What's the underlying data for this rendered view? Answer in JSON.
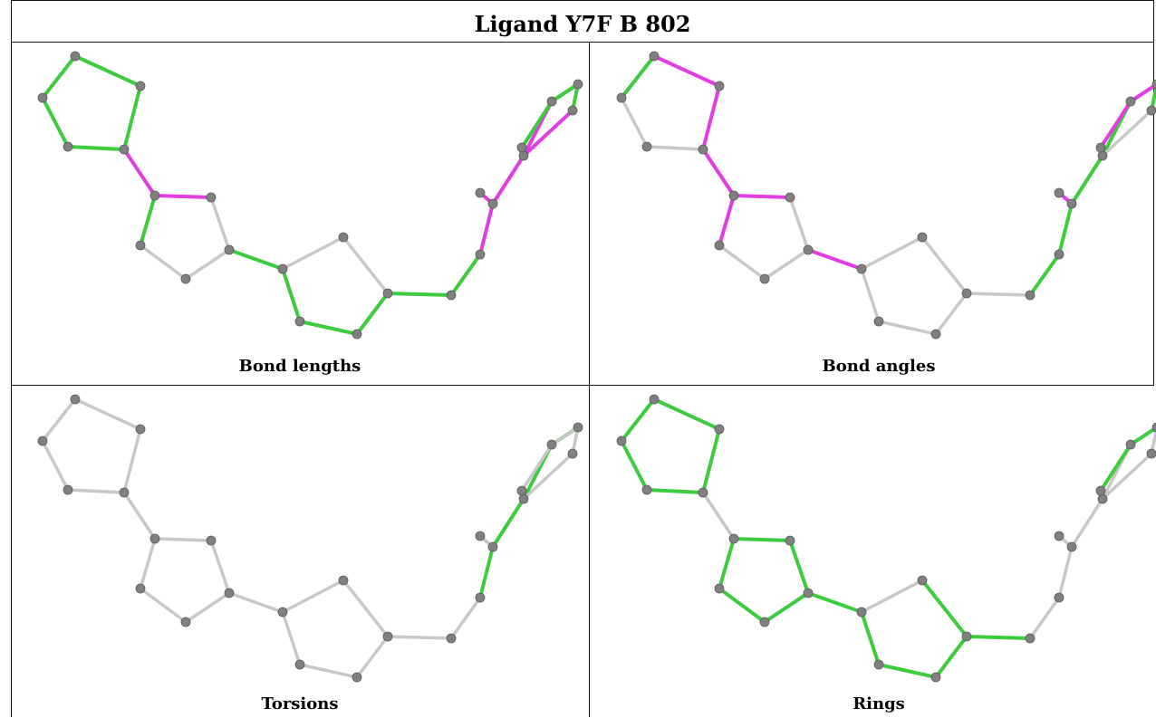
{
  "title": "Ligand Y7F B 802",
  "panels": [
    {
      "caption": "Bond lengths",
      "bond_colors": [
        "green",
        "green",
        "green",
        "green",
        "green",
        "magenta",
        "magenta",
        "grey",
        "grey",
        "grey",
        "green",
        "green",
        "grey",
        "grey",
        "green",
        "green",
        "green",
        "green",
        "green",
        "magenta",
        "magenta",
        "magenta",
        "green",
        "green",
        "magenta",
        "green",
        "green",
        "green",
        "magenta"
      ]
    },
    {
      "caption": "Bond angles",
      "bond_colors": [
        "magenta",
        "magenta",
        "grey",
        "grey",
        "green",
        "magenta",
        "magenta",
        "grey",
        "grey",
        "grey",
        "magenta",
        "magenta",
        "grey",
        "grey",
        "grey",
        "grey",
        "grey",
        "grey",
        "green",
        "green",
        "green",
        "green",
        "green",
        "green",
        "grey",
        "green",
        "magenta",
        "magenta",
        "magenta"
      ]
    },
    {
      "caption": "Torsions",
      "bond_colors": [
        "grey",
        "grey",
        "grey",
        "grey",
        "grey",
        "grey",
        "grey",
        "grey",
        "grey",
        "grey",
        "grey",
        "grey",
        "grey",
        "grey",
        "grey",
        "grey",
        "grey",
        "grey",
        "grey",
        "green",
        "green",
        "green",
        "green",
        "grey",
        "grey",
        "grey",
        "grey",
        "grey",
        "grey"
      ]
    },
    {
      "caption": "Rings",
      "bond_colors": [
        "green",
        "green",
        "green",
        "green",
        "green",
        "grey",
        "green",
        "green",
        "green",
        "green",
        "green",
        "green",
        "grey",
        "green",
        "green",
        "green",
        "green",
        "green",
        "grey",
        "grey",
        "grey",
        "grey",
        "grey",
        "grey",
        "grey",
        "green",
        "green",
        "green",
        "grey"
      ]
    }
  ],
  "colors": {
    "green": "#3dcc3d",
    "magenta": "#e23de2",
    "grey": "#c8c8c8",
    "atom": "#808080"
  }
}
